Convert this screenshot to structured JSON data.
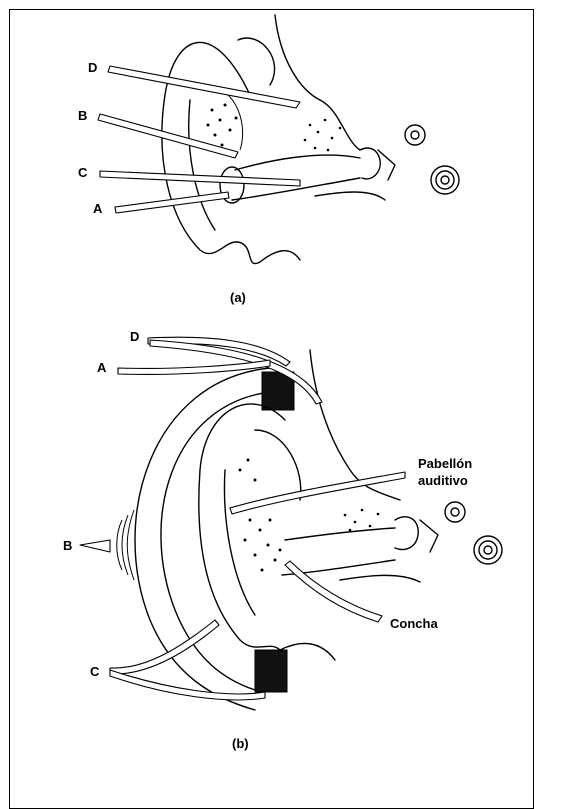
{
  "diagram_a": {
    "caption": "(a)",
    "labels": {
      "D": "D",
      "B": "B",
      "C": "C",
      "A": "A"
    }
  },
  "diagram_b": {
    "caption": "(b)",
    "labels": {
      "D": "D",
      "A": "A",
      "B": "B",
      "C": "C"
    },
    "annotations": {
      "pabellon_line1": "Pabellón",
      "pabellon_line2": "auditivo",
      "concha": "Concha"
    }
  }
}
